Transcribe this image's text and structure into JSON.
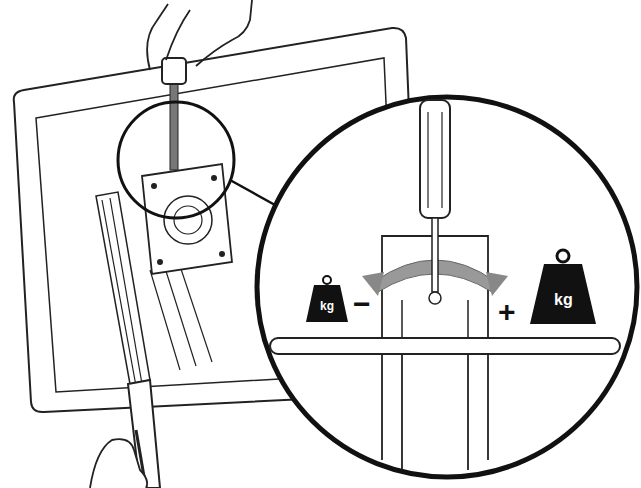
{
  "diagram": {
    "labels": [
      "kg",
      "−",
      "kg",
      "+"
    ]
  }
}
